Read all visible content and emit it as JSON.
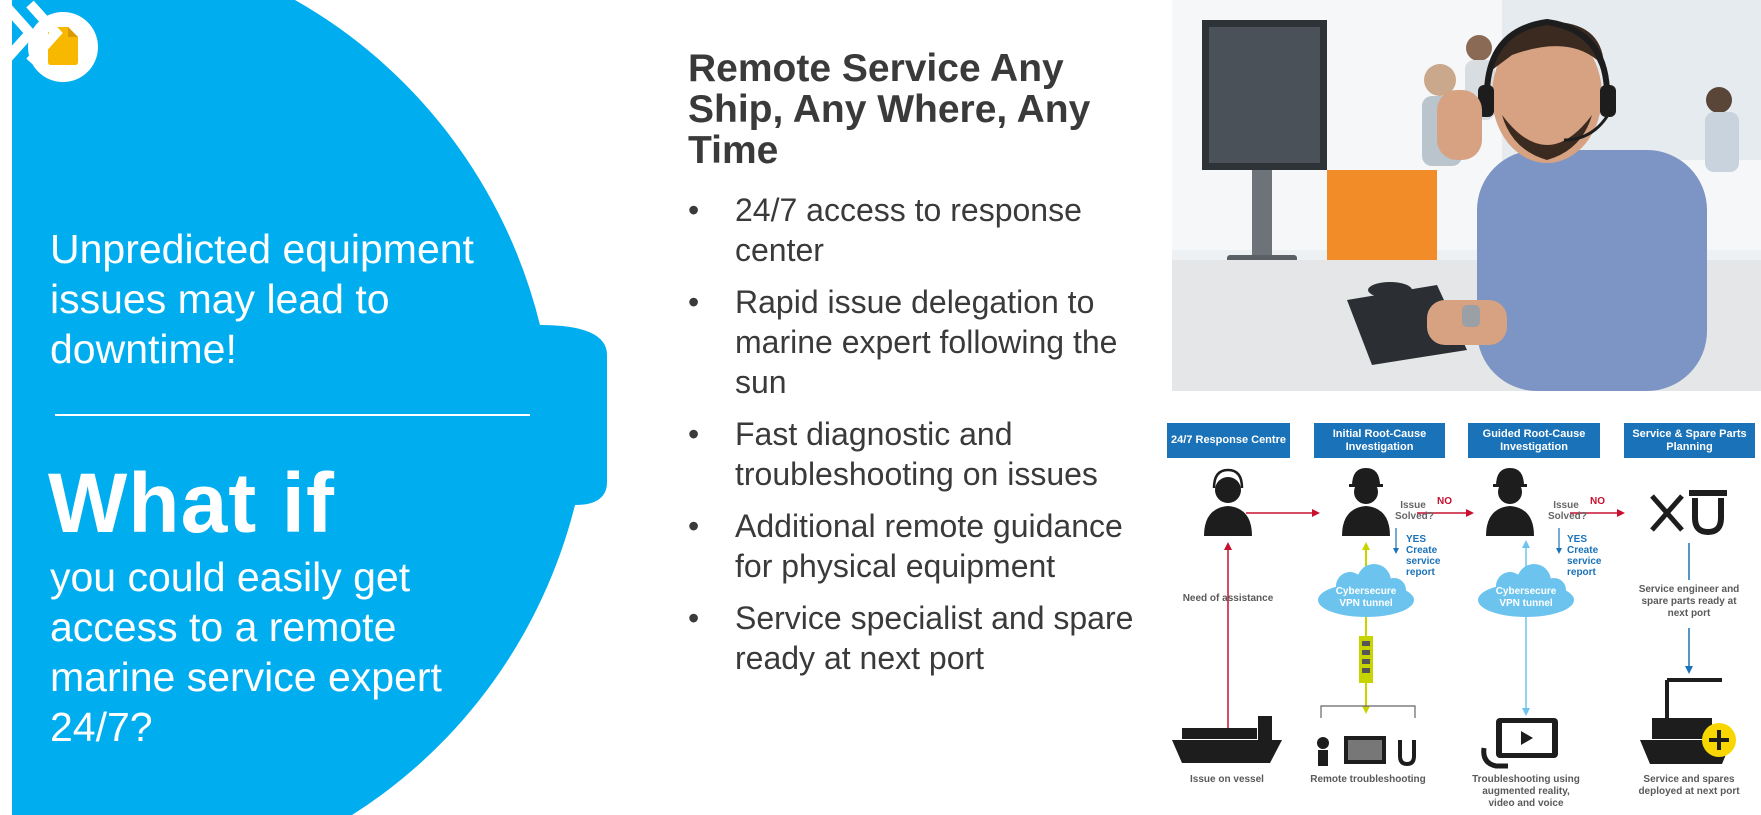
{
  "left_panel": {
    "intro": "Unpredicted equipment issues may lead to downtime!",
    "headline": "What if",
    "question": "you could easily get access to a remote marine service expert 24/7?",
    "color": "#00aeef"
  },
  "middle": {
    "title": "Remote Service Any Ship, Any Where, Any Time",
    "bullets": [
      "24/7 access to response center",
      "Rapid issue delegation to marine expert following the sun",
      "Fast diagnostic and troubleshooting on issues",
      "Additional remote guidance for physical equipment",
      "Service specialist and spare ready at next port"
    ],
    "bullet_symbol": "•"
  },
  "diagram": {
    "headers": [
      "24/7 Response Centre",
      "Initial Root-Cause Investigation",
      "Guided Root-Cause Investigation",
      "Service & Spare Parts Planning"
    ],
    "need_assistance": "Need of assistance",
    "issue_solved": "Issue Solved?",
    "no": "NO",
    "yes": "YES",
    "create_report": "Create service report",
    "vpn": "Cybersecure VPN tunnel",
    "engineer_ready": "Service engineer and spare parts ready at next port",
    "bottom": [
      "Issue on vessel",
      "Remote troubleshooting",
      "Troubleshooting using augmented reality, video and voice",
      "Service and spares deployed at next port"
    ],
    "colors": {
      "header": "#1a72b8",
      "arrow_red": "#c8102e",
      "cloud": "#6cc4ee",
      "yellow": "#c8d400"
    }
  },
  "icons": [
    "document-icon",
    "double-chevron-icon",
    "headset-agent-icon",
    "helmet-worker-icon",
    "wrench-icon",
    "magnet-icon",
    "cloud-icon",
    "ship-icon",
    "tablet-icon"
  ]
}
